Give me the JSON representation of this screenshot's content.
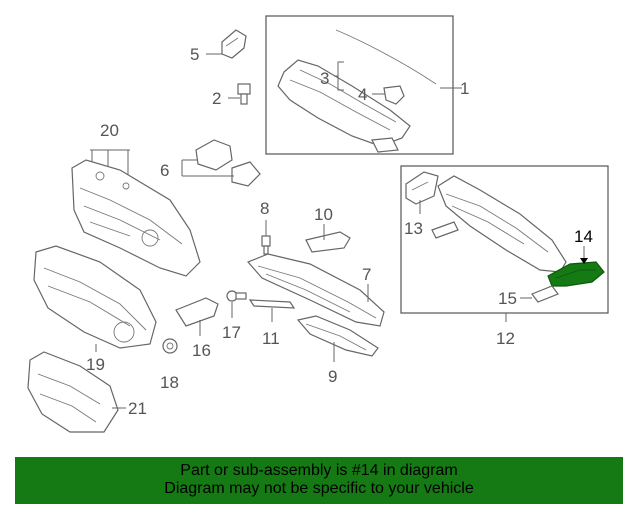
{
  "diagram": {
    "highlighted_part": "14",
    "highlight_color": "#157a13",
    "callouts": {
      "c1": "1",
      "c2": "2",
      "c3": "3",
      "c4": "4",
      "c5": "5",
      "c6": "6",
      "c7": "7",
      "c8": "8",
      "c9": "9",
      "c10": "10",
      "c11": "11",
      "c12": "12",
      "c13": "13",
      "c14": "14",
      "c15": "15",
      "c16": "16",
      "c17": "17",
      "c18": "18",
      "c19": "19",
      "c20": "20",
      "c21": "21"
    }
  },
  "banner": {
    "line1": "Part or sub-assembly is #14 in diagram",
    "line2": "Diagram may not be specific to your vehicle",
    "background": "#157a13"
  }
}
